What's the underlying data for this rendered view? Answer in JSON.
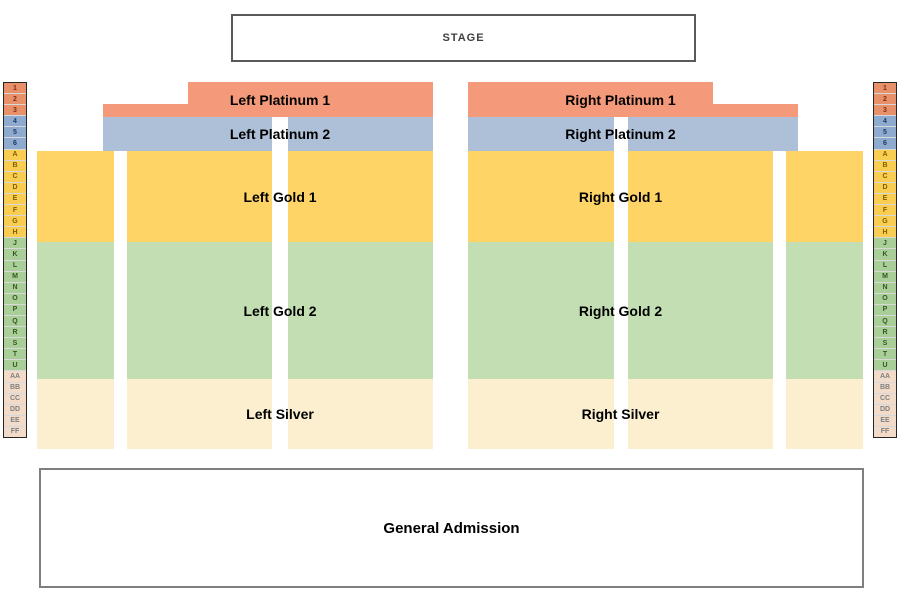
{
  "stage": {
    "label": "STAGE"
  },
  "colors": {
    "platinum": "#F49A7B",
    "platinum2": "#AEC0D8",
    "gold": "#FDD465",
    "gold2": "#C3DEB3",
    "silver": "#FBEFCF"
  },
  "sections": {
    "left_platinum_1": {
      "label": "Left Platinum 1"
    },
    "left_platinum_2": {
      "label": "Left Platinum 2"
    },
    "left_gold_1": {
      "label": "Left Gold 1"
    },
    "left_gold_2": {
      "label": "Left Gold 2"
    },
    "left_silver": {
      "label": "Left Silver"
    },
    "right_platinum_1": {
      "label": "Right Platinum 1"
    },
    "right_platinum_2": {
      "label": "Right Platinum 2"
    },
    "right_gold_1": {
      "label": "Right Gold 1"
    },
    "right_gold_2": {
      "label": "Right Gold 2"
    },
    "right_silver": {
      "label": "Right Silver"
    },
    "general_admission": {
      "label": "General Admission"
    }
  },
  "row_strips": {
    "groups": [
      {
        "tier": "platinum",
        "cell_color": "#E8906A",
        "text_color": "#7B2F11",
        "rows": [
          "1",
          "2",
          "3"
        ]
      },
      {
        "tier": "platinum2",
        "cell_color": "#8FAACF",
        "text_color": "#1F3864",
        "rows": [
          "4",
          "5",
          "6"
        ]
      },
      {
        "tier": "gold",
        "cell_color": "#F8CD52",
        "text_color": "#7F6000",
        "rows": [
          "A",
          "B",
          "C",
          "D",
          "E",
          "F",
          "G",
          "H"
        ]
      },
      {
        "tier": "gold2",
        "cell_color": "#A9CE97",
        "text_color": "#385723",
        "rows": [
          "J",
          "K",
          "L",
          "M",
          "N",
          "O",
          "P",
          "Q",
          "R",
          "S",
          "T",
          "U"
        ]
      },
      {
        "tier": "silver",
        "cell_color": "#F2DCC9",
        "text_color": "#7F7F7F",
        "rows": [
          "AA",
          "BB",
          "CC",
          "DD",
          "EE",
          "FF"
        ]
      }
    ]
  }
}
